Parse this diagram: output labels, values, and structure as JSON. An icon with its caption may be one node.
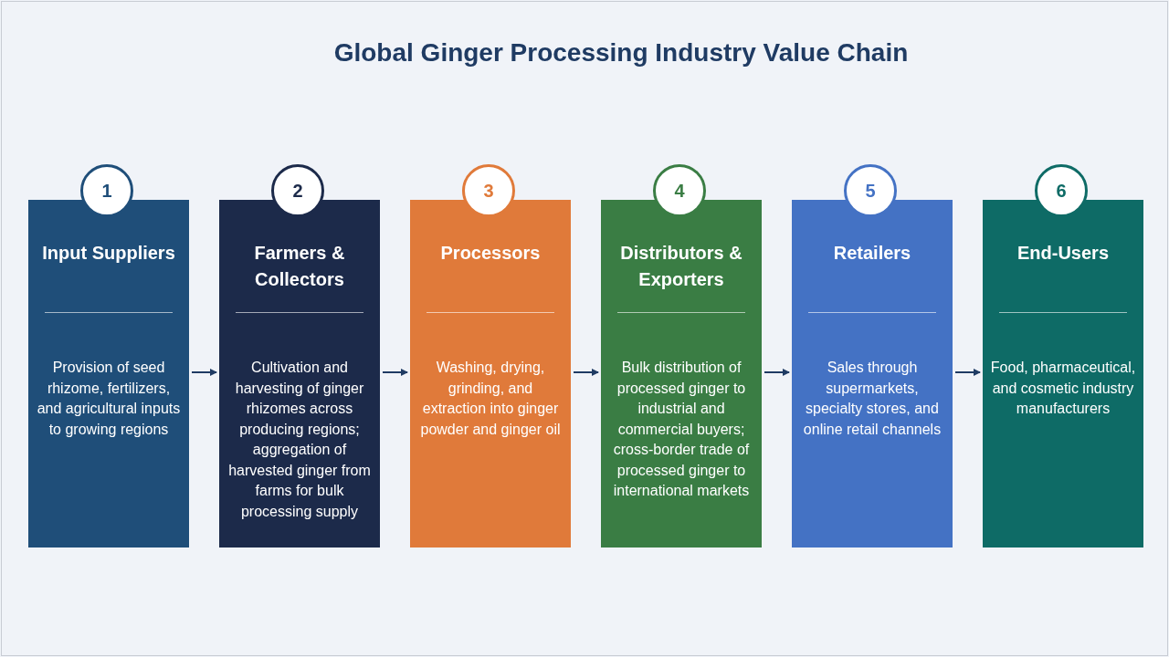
{
  "diagram": {
    "title": "Global Ginger Processing Industry Value Chain",
    "nodes": [
      {
        "text": [
          "1"
        ]
      },
      {
        "text": [
          "Input Suppliers",
          "Provision of seed rhizome, fertilizers, and agricultural inputs to growing regions"
        ]
      },
      {
        "text": [
          "2"
        ]
      },
      {
        "text": [
          "Farmers & Collectors",
          "Cultivation and harvesting of ginger rhizomes across producing regions; aggregation of harvested ginger from farms for bulk processing supply"
        ]
      },
      {
        "text": [
          "3"
        ]
      },
      {
        "text": [
          "Processors",
          "Washing, drying, grinding, and extraction into ginger powder and ginger oil"
        ]
      },
      {
        "text": [
          "4"
        ]
      },
      {
        "text": [
          "Distributors & Exporters",
          "Bulk distribution of processed ginger to industrial and commercial buyers; cross-border trade of processed ginger to international markets"
        ]
      },
      {
        "text": [
          "5"
        ]
      },
      {
        "text": [
          "Retailers",
          "Sales through supermarkets, specialty stores, and online retail channels"
        ]
      },
      {
        "text": [
          "6"
        ]
      },
      {
        "text": [
          "End-Users",
          "Food, pharmaceutical, and cosmetic industry manufacturers"
        ]
      }
    ],
    "edges": [
      {
        "from": 1,
        "to": 3,
        "arrow": "to"
      },
      {
        "from": 3,
        "to": 5,
        "arrow": "to"
      },
      {
        "from": 5,
        "to": 7,
        "arrow": "to"
      },
      {
        "from": 7,
        "to": 9,
        "arrow": "to"
      },
      {
        "from": 9,
        "to": 11,
        "arrow": "to"
      }
    ]
  }
}
